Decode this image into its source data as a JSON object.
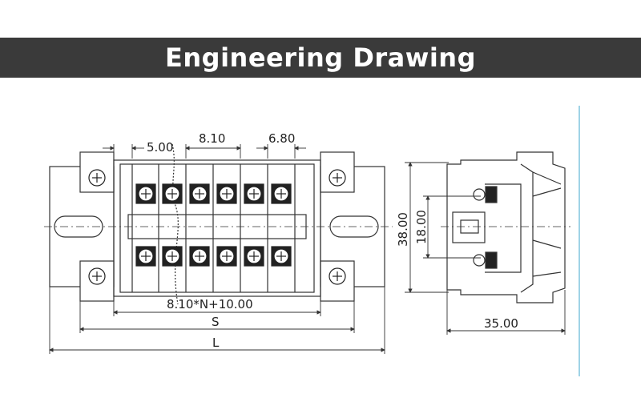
{
  "banner": {
    "title": "Engineering Drawing"
  },
  "dimensions": {
    "gap_a": "5.00",
    "pitch": "8.10",
    "gap_b": "6.80",
    "formula": "8.10*N+10.00",
    "s": "S",
    "l": "L",
    "height_total": "38.00",
    "height_inner": "18.00",
    "depth": "35.00"
  },
  "colors": {
    "banner_bg": "#3a3a3a",
    "line": "#333333",
    "accent_rail": "#9fd3e6"
  }
}
